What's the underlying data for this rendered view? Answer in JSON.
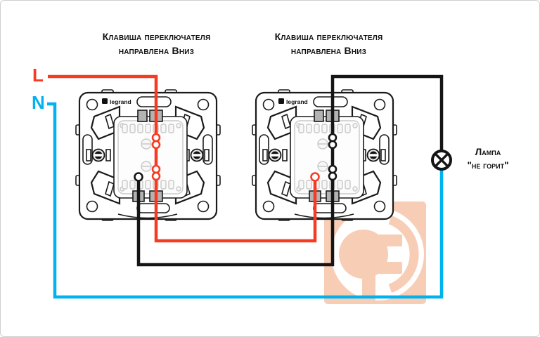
{
  "diagram": {
    "brand": "legrand",
    "switch1": {
      "caption_line1": "Клавиша переключателя",
      "caption_line2": "направлена Вниз"
    },
    "switch2": {
      "caption_line1": "Клавиша переключателя",
      "caption_line2": "направлена Вниз"
    },
    "terminals": {
      "line_label": "L",
      "neutral_label": "N"
    },
    "lamp": {
      "label_line1": "Лампа",
      "label_line2": "\"не горит\"",
      "symbol": "lamp-crossed-circle"
    }
  },
  "colors": {
    "line_wire": "#f63b22",
    "neutral_wire": "#00b3ee",
    "traveler_wire": "#151515",
    "watermark": "#f8cdb6",
    "terminal_gray": "#b3b3b3",
    "frame_border": "#cfcfcf"
  }
}
